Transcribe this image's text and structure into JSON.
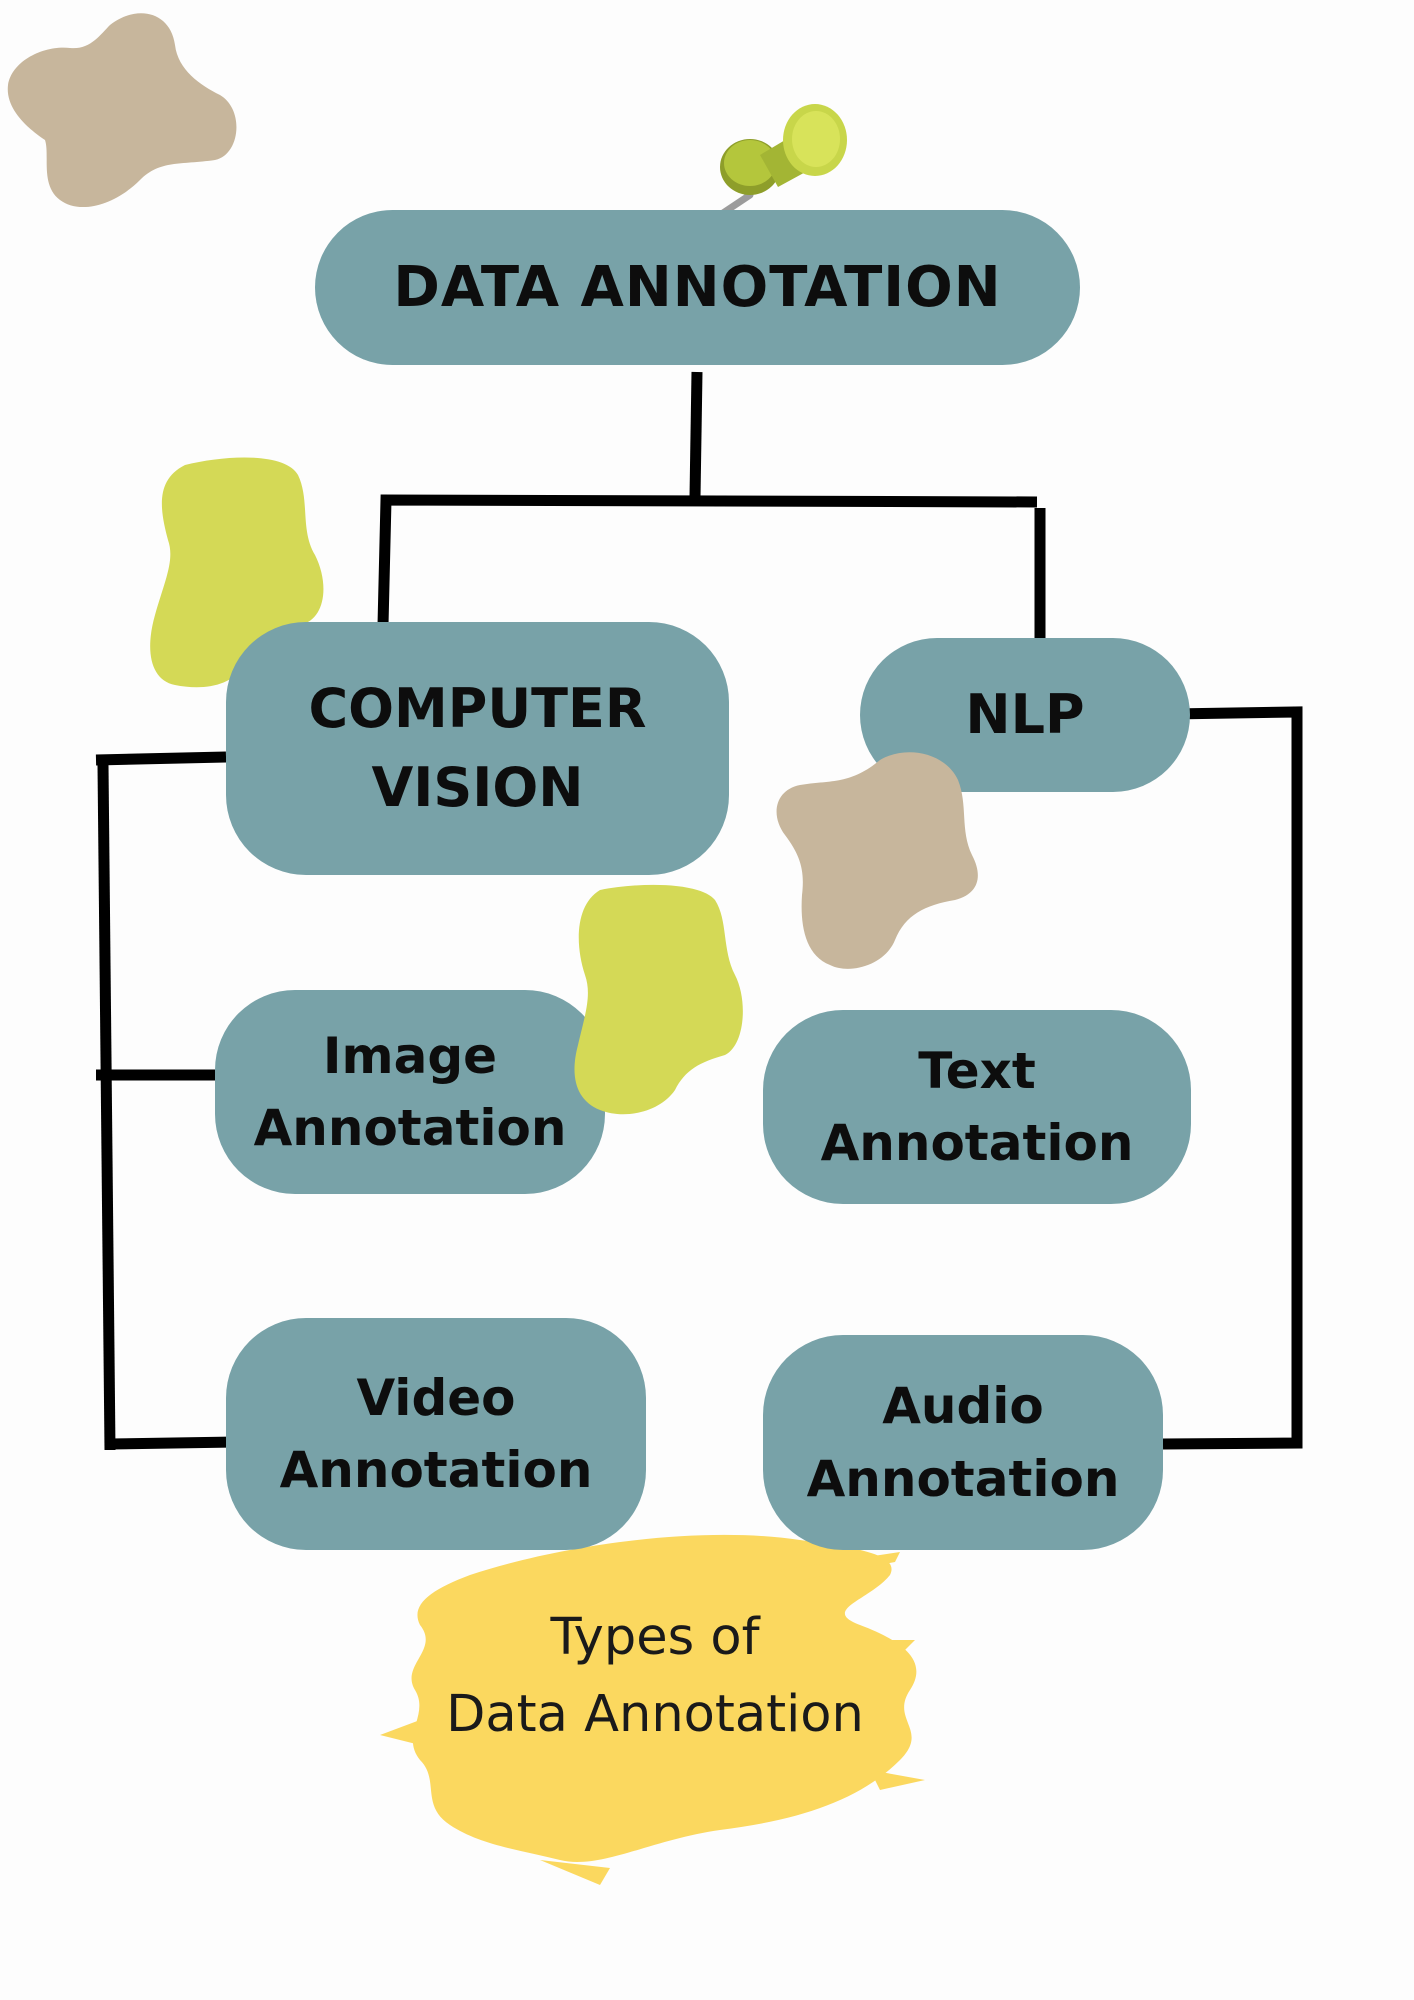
{
  "colors": {
    "node_fill": "#78a2a8",
    "connector": "#000000",
    "blob_tan": "#c7b69c",
    "blob_green": "#d4d956",
    "brush_yellow": "#fbd85f",
    "pin_green": "#b4c63c"
  },
  "root": {
    "label": "DATA ANNOTATION"
  },
  "categories": {
    "computer_vision": {
      "line1": "COMPUTER",
      "line2": "VISION"
    },
    "nlp": {
      "label": "NLP"
    }
  },
  "leaves": {
    "image": {
      "line1": "Image",
      "line2": "Annotation"
    },
    "video": {
      "line1": "Video",
      "line2": "Annotation"
    },
    "text": {
      "line1": "Text",
      "line2": "Annotation"
    },
    "audio": {
      "line1": "Audio",
      "line2": "Annotation"
    }
  },
  "caption": {
    "line1": "Types of",
    "line2": "Data Annotation"
  },
  "icons": {
    "pin": "pushpin-icon"
  }
}
